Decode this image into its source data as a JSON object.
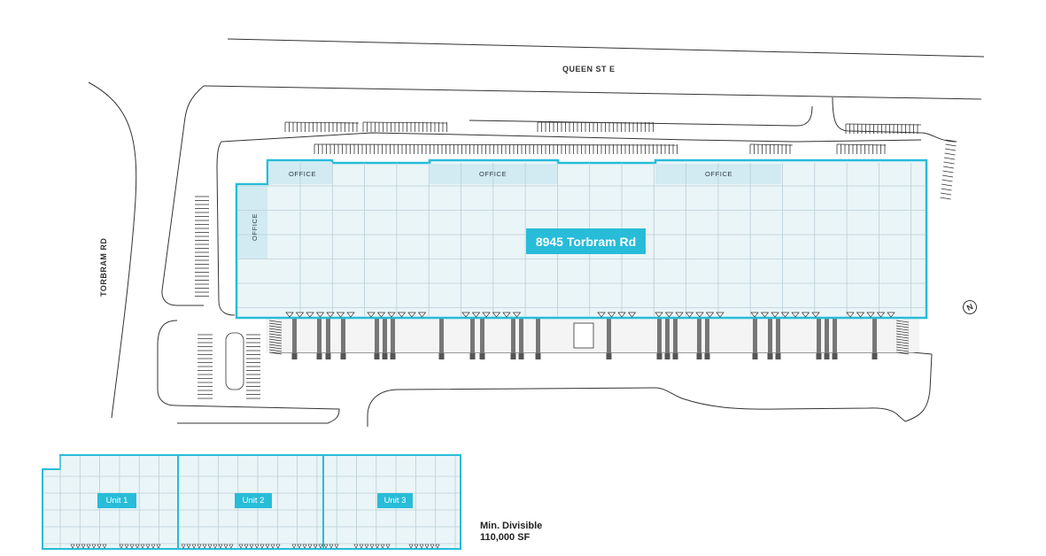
{
  "roads": {
    "north": "QUEEN ST E",
    "west": "TORBRAM RD"
  },
  "building": {
    "label": "8945 Torbram Rd",
    "offices": [
      "OFFICE",
      "OFFICE",
      "OFFICE",
      "OFFICE"
    ]
  },
  "north_arrow": "N",
  "units": [
    {
      "label": "Unit 1"
    },
    {
      "label": "Unit 2"
    },
    {
      "label": "Unit 3"
    }
  ],
  "divisible": {
    "line1": "Min. Divisible",
    "line2": "110,000 SF"
  },
  "colors": {
    "outline": "#27bcd8",
    "fill": "#eaf5f8",
    "office_fill": "#d2eaf2",
    "grid": "#b9cfd6",
    "line": "#333333"
  }
}
